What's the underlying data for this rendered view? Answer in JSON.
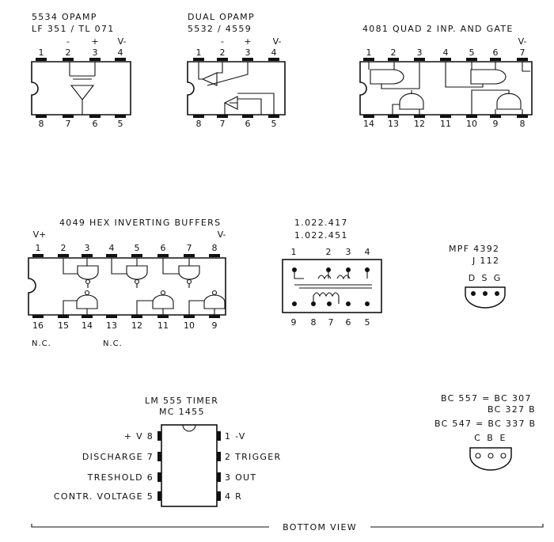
{
  "chips": {
    "opamp_5534": {
      "title1": "5534 OPAMP",
      "title2": "LF 351 / TL 071",
      "top_pins": [
        "1",
        "2",
        "3",
        "4"
      ],
      "top_marks": [
        "-",
        "+",
        "V-"
      ],
      "bottom_pins": [
        "8",
        "7",
        "6",
        "5"
      ]
    },
    "dual_opamp": {
      "title1": "DUAL OPAMP",
      "title2": "5532 / 4559",
      "top_pins": [
        "1",
        "2",
        "3",
        "4"
      ],
      "top_marks": [
        "-",
        "+",
        "V-"
      ],
      "bottom_pins": [
        "8",
        "7",
        "6",
        "5"
      ]
    },
    "quad_and_4081": {
      "title": "4081 QUAD 2 INP. AND  GATE",
      "top_pins": [
        "1",
        "2",
        "3",
        "4",
        "5",
        "6",
        "7"
      ],
      "top_mark": "V-",
      "bottom_pins": [
        "14",
        "13",
        "12",
        "11",
        "10",
        "9",
        "8"
      ]
    },
    "hex_4049": {
      "title": "4049 HEX INVERTING BUFFERS",
      "left_mark": "V+",
      "right_mark": "V-",
      "top_pins": [
        "1",
        "2",
        "3",
        "4",
        "5",
        "6",
        "7",
        "8"
      ],
      "bottom_pins": [
        "16",
        "15",
        "14",
        "13",
        "12",
        "11",
        "10",
        "9"
      ],
      "nc1": "N.C.",
      "nc2": "N.C."
    },
    "relay": {
      "title1": "1.022.417",
      "title2": "1.022.451",
      "top_pins": [
        "1",
        "2",
        "3",
        "4"
      ],
      "bottom_pins": [
        "9",
        "8",
        "7",
        "6",
        "5"
      ]
    },
    "mpf": {
      "title1": "MPF 4392",
      "title2": "J 112",
      "pins": [
        "D",
        "S",
        "G"
      ]
    },
    "lm555": {
      "title1": "LM 555  TIMER",
      "title2": "MC 1455",
      "left_labels": [
        "+ V  8",
        "DISCHARGE  7",
        "TRESHOLD  6",
        "CONTR. VOLTAGE  5"
      ],
      "right_labels": [
        "1  -V",
        "2  TRIGGER",
        "3  OUT",
        "4  R"
      ]
    },
    "transistor": {
      "line1": "BC 557 =  BC 307",
      "line2": "BC 327 B",
      "line3": "BC 547 =  BC 337 B",
      "pins": [
        "C",
        "B",
        "E"
      ]
    }
  },
  "footer": {
    "label": "BOTTOM  VIEW"
  }
}
